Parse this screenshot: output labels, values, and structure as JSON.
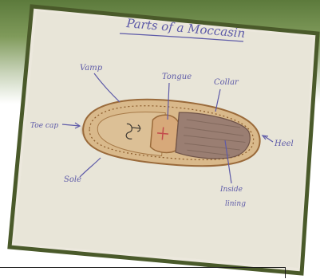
{
  "photo": {
    "title": "Parts of a Moccasin",
    "labels": {
      "vamp": "Vamp",
      "tongue": "Tongue",
      "collar": "Collar",
      "toe_cap": "Toe cap",
      "heel": "Heel",
      "sole": "Sole",
      "inside_lining_line1": "Inside",
      "inside_lining_line2": "lining"
    },
    "colors": {
      "frame_border": "#4a5a2a",
      "paper": "#ece8dd",
      "ink": "#5d5aa8",
      "leather": "#d9b98b",
      "leather_outline": "#9a6a3a",
      "lining": "#9a7e72"
    }
  }
}
